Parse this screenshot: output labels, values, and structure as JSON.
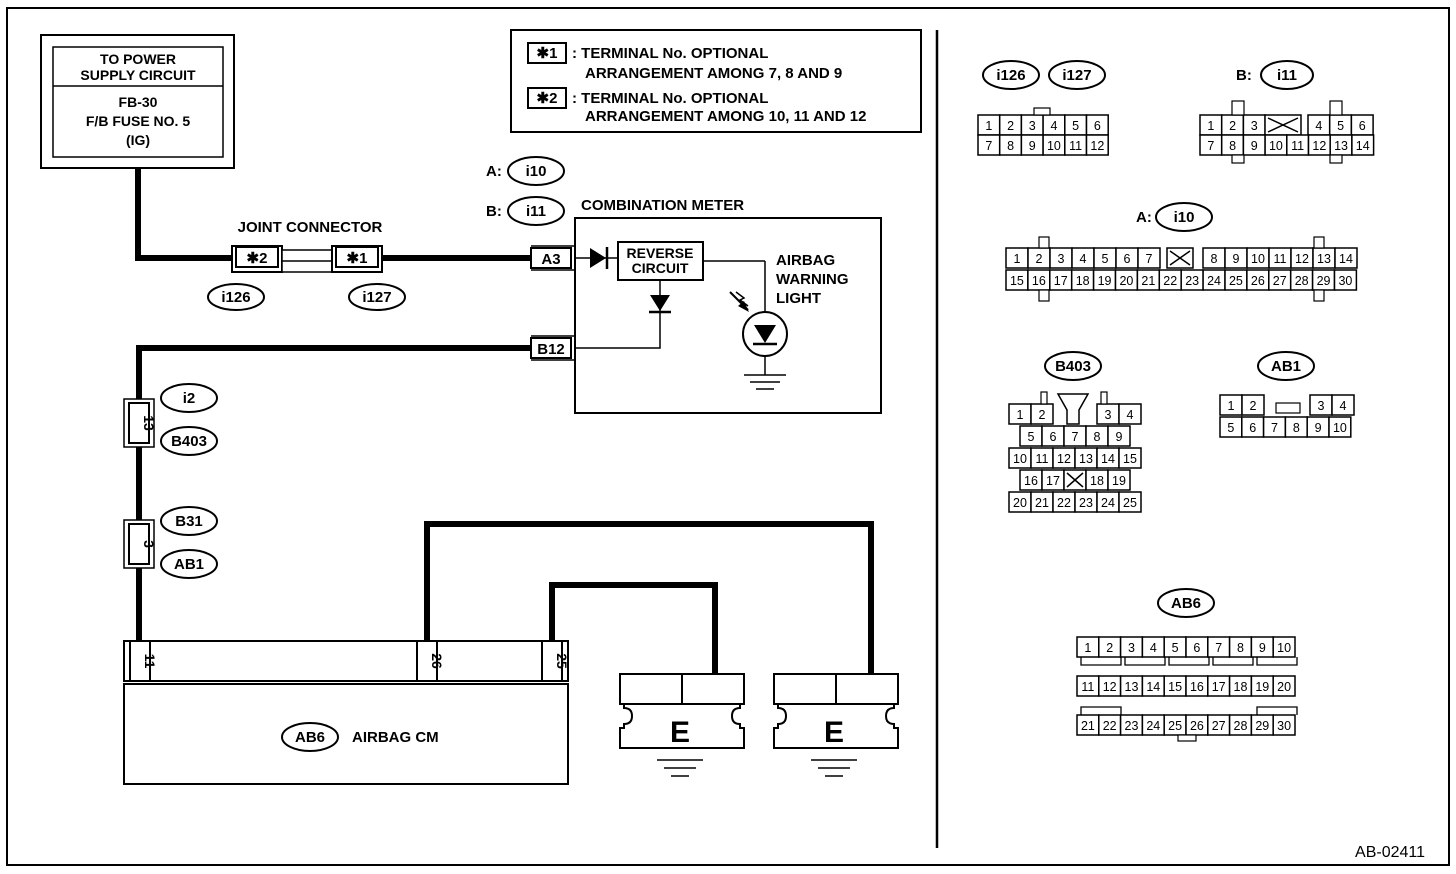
{
  "figure_id": "AB-02411",
  "power_supply": {
    "title": [
      "TO POWER",
      "SUPPLY CIRCUIT"
    ],
    "fuse": [
      "FB-30",
      "F/B FUSE NO. 5",
      "(IG)"
    ]
  },
  "legend": [
    {
      "mark": "✱1",
      "text": [
        ": TERMINAL No. OPTIONAL",
        "ARRANGEMENT AMONG 7, 8 AND 9"
      ]
    },
    {
      "mark": "✱2",
      "text": [
        ": TERMINAL No. OPTIONAL",
        "ARRANGEMENT AMONG 10, 11 AND 12"
      ]
    }
  ],
  "joint_connector": {
    "label": "JOINT CONNECTOR",
    "term_left": "✱2",
    "term_right": "✱1",
    "conn_left": "i126",
    "conn_right": "i127"
  },
  "combination_meter": {
    "label": "COMBINATION METER",
    "conn_a_prefix": "A:",
    "conn_a": "i10",
    "conn_b_prefix": "B:",
    "conn_b": "i11",
    "term_a": "A3",
    "term_b": "B12",
    "reverse_circuit": [
      "REVERSE",
      "CIRCUIT"
    ],
    "airbag_light": [
      "AIRBAG",
      "WARNING",
      "LIGHT"
    ]
  },
  "harness_connectors": [
    {
      "pin": "13",
      "upper": "i2",
      "lower": "B403"
    },
    {
      "pin": "3",
      "upper": "B31",
      "lower": "AB1"
    }
  ],
  "airbag_cm": {
    "conn": "AB6",
    "label": "AIRBAG CM",
    "pins": [
      "11",
      "26",
      "25"
    ]
  },
  "ground_label": "E",
  "connector_views": {
    "i126_i127": {
      "labels": [
        "i126",
        "i127"
      ],
      "rows": [
        [
          "1",
          "2",
          "3",
          "4",
          "5",
          "6"
        ],
        [
          "7",
          "8",
          "9",
          "10",
          "11",
          "12"
        ]
      ]
    },
    "b_i11": {
      "prefix": "B:",
      "label": "i11",
      "rows": [
        [
          "1",
          "2",
          "3",
          "",
          "4",
          "5",
          "6"
        ],
        [
          "7",
          "8",
          "9",
          "10",
          "11",
          "12",
          "13",
          "14"
        ]
      ]
    },
    "a_i10": {
      "prefix": "A:",
      "label": "i10",
      "rows": [
        [
          "1",
          "2",
          "3",
          "4",
          "5",
          "6",
          "7",
          "",
          "8",
          "9",
          "10",
          "11",
          "12",
          "13",
          "14"
        ],
        [
          "15",
          "16",
          "17",
          "18",
          "19",
          "20",
          "21",
          "22",
          "23",
          "24",
          "25",
          "26",
          "27",
          "28",
          "29",
          "30"
        ]
      ]
    },
    "b403": {
      "label": "B403",
      "rows": [
        [
          "1",
          "2",
          "3",
          "4"
        ],
        [
          "5",
          "6",
          "7",
          "8",
          "9"
        ],
        [
          "10",
          "11",
          "12",
          "13",
          "14",
          "15"
        ],
        [
          "16",
          "17",
          "",
          "18",
          "19"
        ],
        [
          "20",
          "21",
          "22",
          "23",
          "24",
          "25"
        ]
      ]
    },
    "ab1": {
      "label": "AB1",
      "rows": [
        [
          "1",
          "2",
          "3",
          "4"
        ],
        [
          "5",
          "6",
          "7",
          "8",
          "9",
          "10"
        ]
      ]
    },
    "ab6": {
      "label": "AB6",
      "rows": [
        [
          "1",
          "2",
          "3",
          "4",
          "5",
          "6",
          "7",
          "8",
          "9",
          "10"
        ],
        [
          "11",
          "12",
          "13",
          "14",
          "15",
          "16",
          "17",
          "18",
          "19",
          "20"
        ],
        [
          "21",
          "22",
          "23",
          "24",
          "25",
          "26",
          "27",
          "28",
          "29",
          "30"
        ]
      ]
    }
  }
}
